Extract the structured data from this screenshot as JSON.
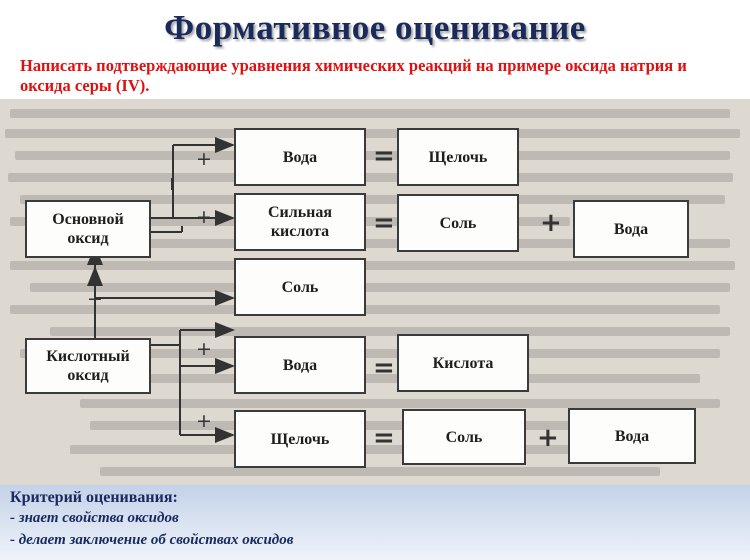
{
  "title": "Формативное оценивание",
  "task": "Написать подтверждающие уравнения химических реакций на примере оксида натрия и оксида серы (IV).",
  "scheme": {
    "basic_oxide": "Основной оксид",
    "acidic_oxide": "Кислотный оксид",
    "water_1": "Вода",
    "alkali_1": "Щелочь",
    "strong_acid": "Сильная кислота",
    "salt_1": "Соль",
    "water_2": "Вода",
    "salt_2": "Соль",
    "water_3": "Вода",
    "acid": "Кислота",
    "alkali_2": "Щелочь",
    "salt_3": "Соль",
    "water_4": "Вода",
    "plus": "+",
    "equals": "="
  },
  "criteria": {
    "title": "Критерий оценивания:",
    "items": [
      "- знает свойства оксидов",
      "- делает заключение об свойствах оксидов"
    ]
  }
}
